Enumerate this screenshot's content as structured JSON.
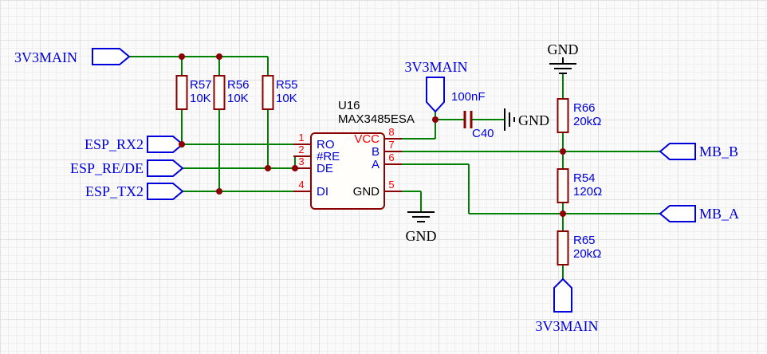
{
  "colors": {
    "wire": "#008000",
    "component_outline": "#8B0000",
    "net_label": "#0000DD",
    "pin_number": "#FF0000",
    "text": "#000000",
    "canvas": "#FAFAFA",
    "grid": "#EFEFEF"
  },
  "nets": {
    "power_3v3": "3V3MAIN",
    "ground": "GND",
    "esp_rx2": "ESP_RX2",
    "esp_re_de": "ESP_RE/DE",
    "esp_tx2": "ESP_TX2",
    "mb_b": "MB_B",
    "mb_a": "MB_A"
  },
  "components": {
    "u16": {
      "ref": "U16",
      "value": "MAX3485ESA",
      "pins": {
        "p1": {
          "num": "1",
          "name": "RO"
        },
        "p2": {
          "num": "2",
          "name": "#RE"
        },
        "p3": {
          "num": "3",
          "name": "DE"
        },
        "p4": {
          "num": "4",
          "name": "DI"
        },
        "p5": {
          "num": "5",
          "name": "GND"
        },
        "p6": {
          "num": "6",
          "name": "A"
        },
        "p7": {
          "num": "7",
          "name": "B"
        },
        "p8": {
          "num": "8",
          "name": "VCC"
        }
      }
    },
    "r57": {
      "ref": "R57",
      "value": "10K"
    },
    "r56": {
      "ref": "R56",
      "value": "10K"
    },
    "r55": {
      "ref": "R55",
      "value": "10K"
    },
    "r66": {
      "ref": "R66",
      "value": "20kΩ"
    },
    "r54": {
      "ref": "R54",
      "value": "120Ω"
    },
    "r65": {
      "ref": "R65",
      "value": "20kΩ"
    },
    "c40": {
      "ref": "C40",
      "value": "100nF"
    }
  }
}
